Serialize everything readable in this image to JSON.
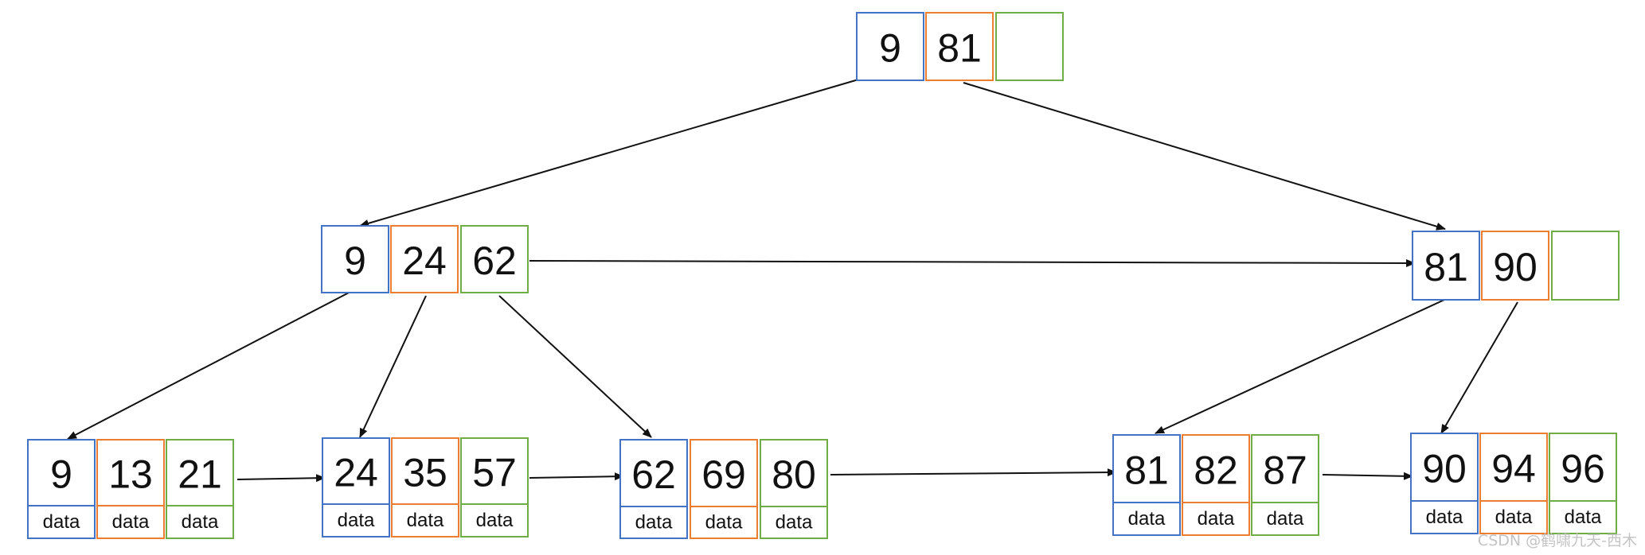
{
  "colors": {
    "slot_1": "#4472c4",
    "slot_2": "#ed7d31",
    "slot_3": "#70ad47",
    "edge": "#111111"
  },
  "tree": {
    "root": {
      "keys": [
        "9",
        "81",
        ""
      ]
    },
    "internal": [
      {
        "keys": [
          "9",
          "24",
          "62"
        ]
      },
      {
        "keys": [
          "81",
          "90",
          ""
        ]
      }
    ],
    "leaves": [
      {
        "keys": [
          "9",
          "13",
          "21"
        ],
        "data": [
          "data",
          "data",
          "data"
        ]
      },
      {
        "keys": [
          "24",
          "35",
          "57"
        ],
        "data": [
          "data",
          "data",
          "data"
        ]
      },
      {
        "keys": [
          "62",
          "69",
          "80"
        ],
        "data": [
          "data",
          "data",
          "data"
        ]
      },
      {
        "keys": [
          "81",
          "82",
          "87"
        ],
        "data": [
          "data",
          "data",
          "data"
        ]
      },
      {
        "keys": [
          "90",
          "94",
          "96"
        ],
        "data": [
          "data",
          "data",
          "data"
        ]
      }
    ]
  },
  "watermark": "CSDN @鹤啸九天-西木"
}
